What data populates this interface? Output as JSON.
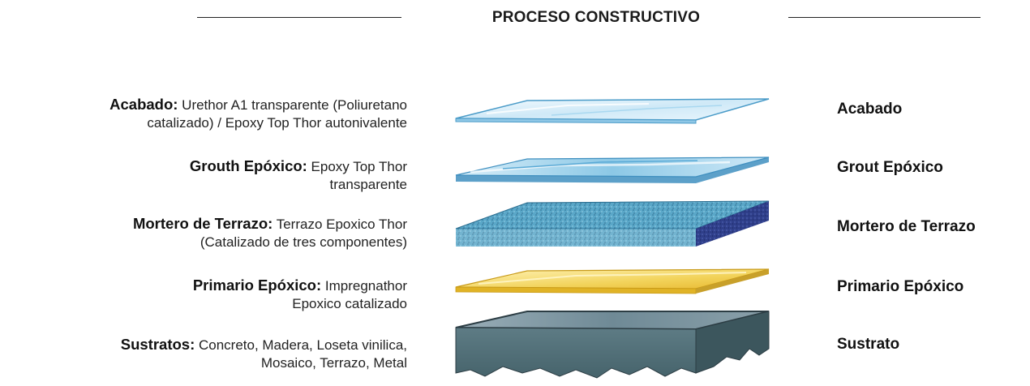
{
  "title": "PROCESO CONSTRUCTIVO",
  "descriptions": [
    {
      "key": "Acabado:",
      "line1": " Urethor A1 transparente (Poliuretano",
      "line2": "catalizado) / Epoxy Top Thor autonivalente"
    },
    {
      "key": "Grouth Epóxico:",
      "line1": " Epoxy Top Thor",
      "line2": "transparente"
    },
    {
      "key": "Mortero de Terrazo:",
      "line1": " Terrazo Epoxico Thor",
      "line2": "(Catalizado de tres componentes)"
    },
    {
      "key": "Primario Epóxico:",
      "line1": " Impregnathor",
      "line2": "Epoxico catalizado"
    },
    {
      "key": "Sustratos:",
      "line1": " Concreto, Madera, Loseta vinilica,",
      "line2": "Mosaico, Terrazo, Metal"
    }
  ],
  "layer_names": [
    "Acabado",
    "Grout Epóxico",
    "Mortero de Terrazo",
    "Primario Epóxico",
    "Sustrato"
  ],
  "colors": {
    "acabado": "#cfe9f7",
    "grout": "#6fb8dc",
    "terrazo_top": "#4a96b8",
    "terrazo_side": "#2f3f8a",
    "primario": "#f2d35a",
    "sustrato_top": "#6f8a96",
    "sustrato_side": "#4f6a72"
  }
}
